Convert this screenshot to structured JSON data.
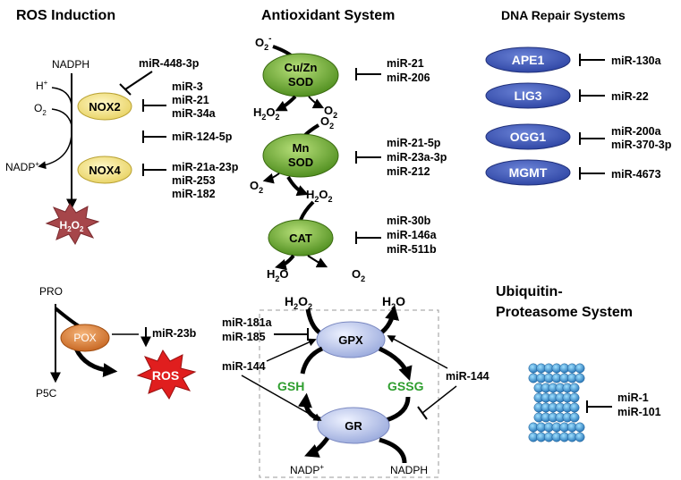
{
  "sections": {
    "ros_title": "ROS Induction",
    "antioxidant_title": "Antioxidant System",
    "dna_title": "DNA Repair Systems",
    "ubiquitin_title_line1": "Ubiquitin-",
    "ubiquitin_title_line2": "Proteasome System"
  },
  "ros": {
    "nadph": "NADPH",
    "h_plus": "H",
    "h_plus_sup": "+",
    "o2": "O",
    "o2_sub": "2",
    "nadp": "NADP",
    "nadp_sup": "+",
    "nox2": "NOX2",
    "nox4": "NOX4",
    "h2o2_h": "H",
    "h2o2_2a": "2",
    "h2o2_o": "O",
    "h2o2_2b": "2",
    "mir_448": "miR-448-3p",
    "mir_3": "miR-3",
    "mir_21": "miR-21",
    "mir_34a": "miR-34a",
    "mir_124": "miR-124-5p",
    "mir_21a": "miR-21a-23p",
    "mir_253": "miR-253",
    "mir_182": "miR-182",
    "pro": "PRO",
    "p5c": "P5C",
    "pox": "POX",
    "ros_burst": "ROS",
    "mir_23b": "miR-23b"
  },
  "antioxidant": {
    "o2_minus_top": "O",
    "cuzn_line1": "Cu/Zn",
    "cuzn_line2": "SOD",
    "mir_21": "miR-21",
    "mir_206": "miR-206",
    "mn_line1": "Mn",
    "mn_line2": "SOD",
    "mir_21_5p": "miR-21-5p",
    "mir_23a": "miR-23a-3p",
    "mir_212": "miR-212",
    "cat": "CAT",
    "mir_30b": "miR-30b",
    "mir_146a": "miR-146a",
    "mir_511b": "miR-511b",
    "h2o": "H",
    "h2o_2": "2",
    "h2o_o": "O",
    "o": "O",
    "two": "2",
    "minus": "-"
  },
  "gpx": {
    "gpx": "GPX",
    "gr": "GR",
    "gsh": "GSH",
    "gssg": "GSSG",
    "mir_181a": "miR-181a",
    "mir_185": "miR-185",
    "mir_144_left": "miR-144",
    "mir_144_right": "miR-144",
    "nadp": "NADP",
    "nadp_sup": "+",
    "nadph": "NADPH"
  },
  "dna": {
    "ape1": "APE1",
    "lig3": "LIG3",
    "ogg1": "OGG1",
    "mgmt": "MGMT",
    "mir_130a": "miR-130a",
    "mir_22": "miR-22",
    "mir_200a": "miR-200a",
    "mir_370": "miR-370-3p",
    "mir_4673": "miR-4673"
  },
  "ubiquitin": {
    "mir_1": "miR-1",
    "mir_101": "miR-101"
  },
  "colors": {
    "green_node_dark": "#4d8a1c",
    "green_node_light": "#a9d86e",
    "yellow_node": "#f6e48a",
    "blue_node": "#3c55b8",
    "lavender_node": "#c5d0f0",
    "orange_node": "#e0853b",
    "red_burst": "#e01e1e",
    "brown_burst": "#a6464a",
    "green_text": "#2e9e2e",
    "proteasome": "#3a8fd0"
  }
}
